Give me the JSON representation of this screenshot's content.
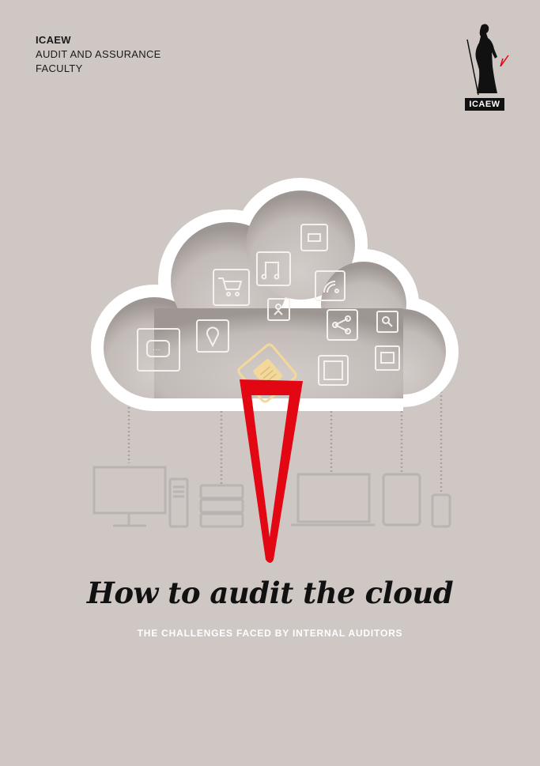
{
  "header": {
    "organisation": "ICAEW",
    "faculty_line1": "AUDIT AND ASSURANCE",
    "faculty_line2": "FACULTY"
  },
  "logo": {
    "text": "ICAEW"
  },
  "cover": {
    "title": "How to audit the cloud",
    "subtitle": "THE CHALLENGES FACED BY INTERNAL AUDITORS"
  },
  "colors": {
    "background": "#cfc7c4",
    "accent_red": "#e30613",
    "highlight_gold": "#f3d89a"
  }
}
